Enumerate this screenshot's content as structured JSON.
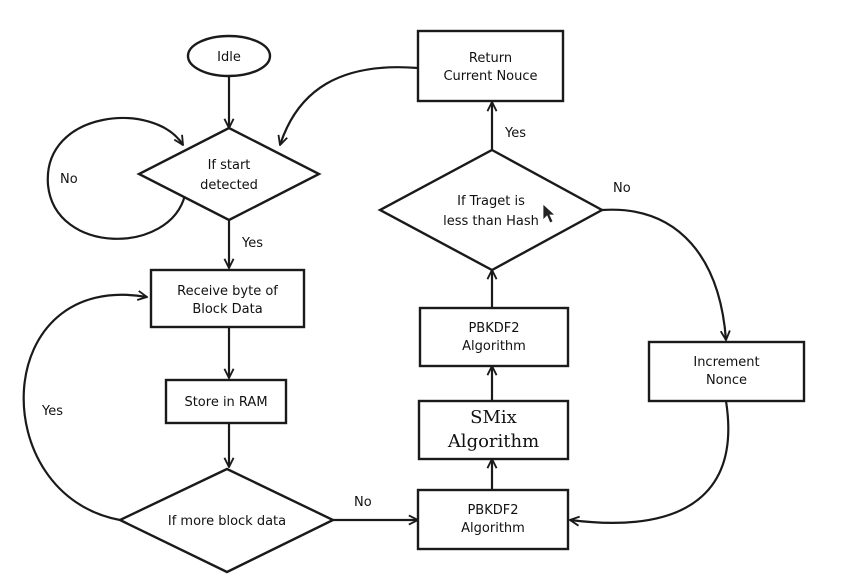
{
  "nodes": {
    "idle": "Idle",
    "start_check": [
      "If start",
      "detected"
    ],
    "receive": [
      "Receive byte of",
      "Block Data"
    ],
    "store": "Store in RAM",
    "more_data": "If more block data",
    "pbkdf2_bottom": [
      "PBKDF2",
      "Algorithm"
    ],
    "smix": [
      "SMix",
      "Algorithm"
    ],
    "pbkdf2_top": [
      "PBKDF2",
      "Algorithm"
    ],
    "target_check": [
      "If Traget is",
      "less than Hash"
    ],
    "return_nonce": [
      "Return",
      "Current Nouce"
    ],
    "increment": [
      "Increment",
      "Nonce"
    ]
  },
  "edges": {
    "start_no": "No",
    "start_yes": "Yes",
    "more_yes": "Yes",
    "more_no": "No",
    "target_yes": "Yes",
    "target_no": "No"
  }
}
